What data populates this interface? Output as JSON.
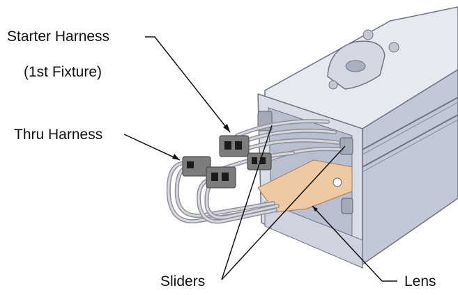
{
  "labels": {
    "starter_line1": "Starter Harness",
    "starter_line2": "(1st Fixture)",
    "thru": "Thru Harness",
    "sliders": "Sliders",
    "lens": "Lens"
  },
  "colors": {
    "housing_face": "#d9dde8",
    "housing_side": "#c3c8d6",
    "housing_edge": "#6e7384",
    "lens": "#efc9a4",
    "connector": "#7c7c7c",
    "wire": "#c9cbd2",
    "leader": "#111111"
  }
}
